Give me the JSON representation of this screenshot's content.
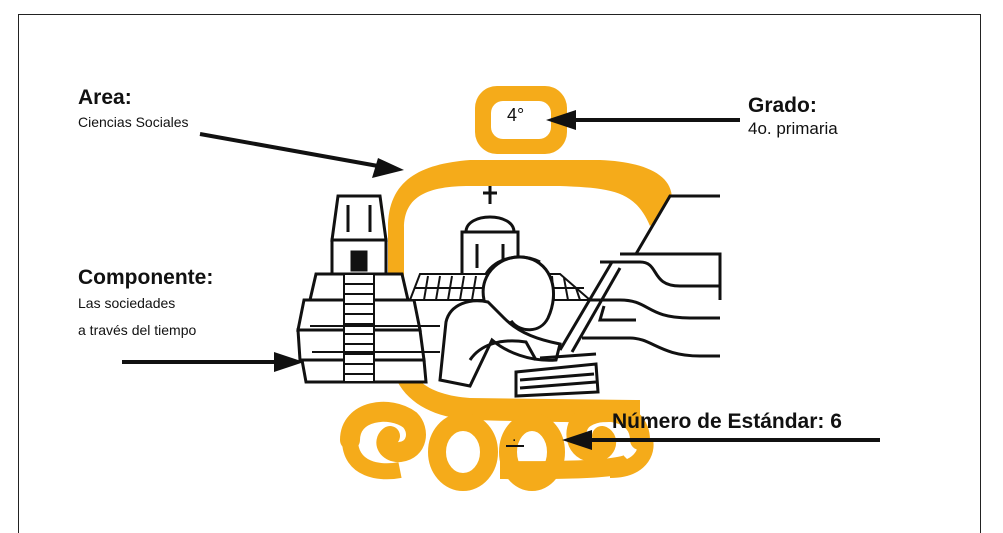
{
  "area": {
    "title": "Area:",
    "value": "Ciencias Sociales"
  },
  "grado": {
    "title": "Grado:",
    "value": "4o. primaria",
    "badge": "4°"
  },
  "componente": {
    "title": "Componente:",
    "line1": "Las sociedades",
    "line2": "a través del tiempo"
  },
  "estandar": {
    "label": "Número de Estándar: 6",
    "blank": "."
  },
  "colors": {
    "accent": "#f5ab1a",
    "ink": "#111111"
  }
}
